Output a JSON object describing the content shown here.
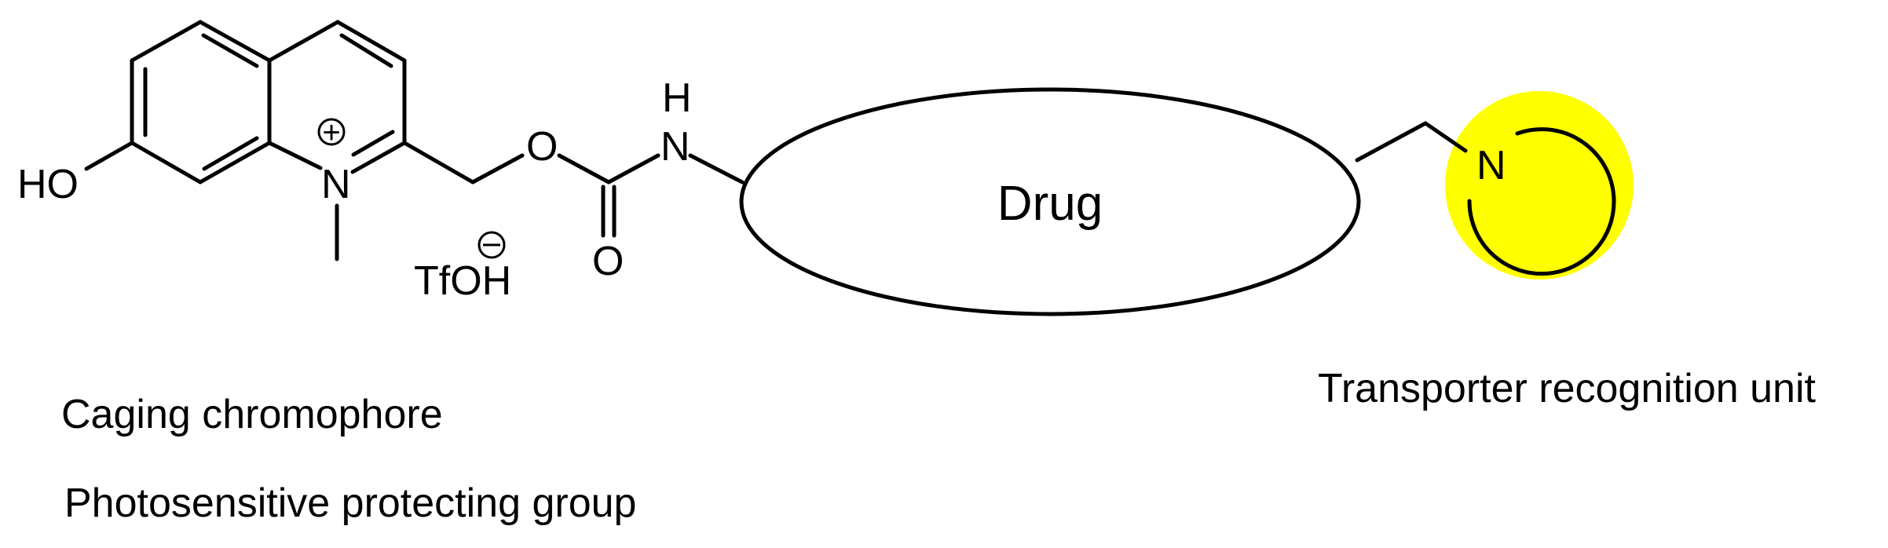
{
  "colors": {
    "ink": "#000000",
    "recognition_highlight": "#ffff00",
    "background": "#ffffff"
  },
  "molecule": {
    "atoms": {
      "hydroxyl": "HO",
      "ring_nitrogen": "N",
      "ether_oxygen": "O",
      "carbonyl_oxygen": "O",
      "amine_n": "N",
      "amine_h": "H",
      "counterion": "TfOH"
    },
    "charges": {
      "cation": "+",
      "anion": "−"
    }
  },
  "drug": {
    "label": "Drug"
  },
  "recognition_unit": {
    "nitrogen": "N"
  },
  "captions": {
    "caging": "Caging chromophore",
    "photosensitive": "Photosensitive protecting group",
    "transporter": "Transporter recognition unit"
  }
}
